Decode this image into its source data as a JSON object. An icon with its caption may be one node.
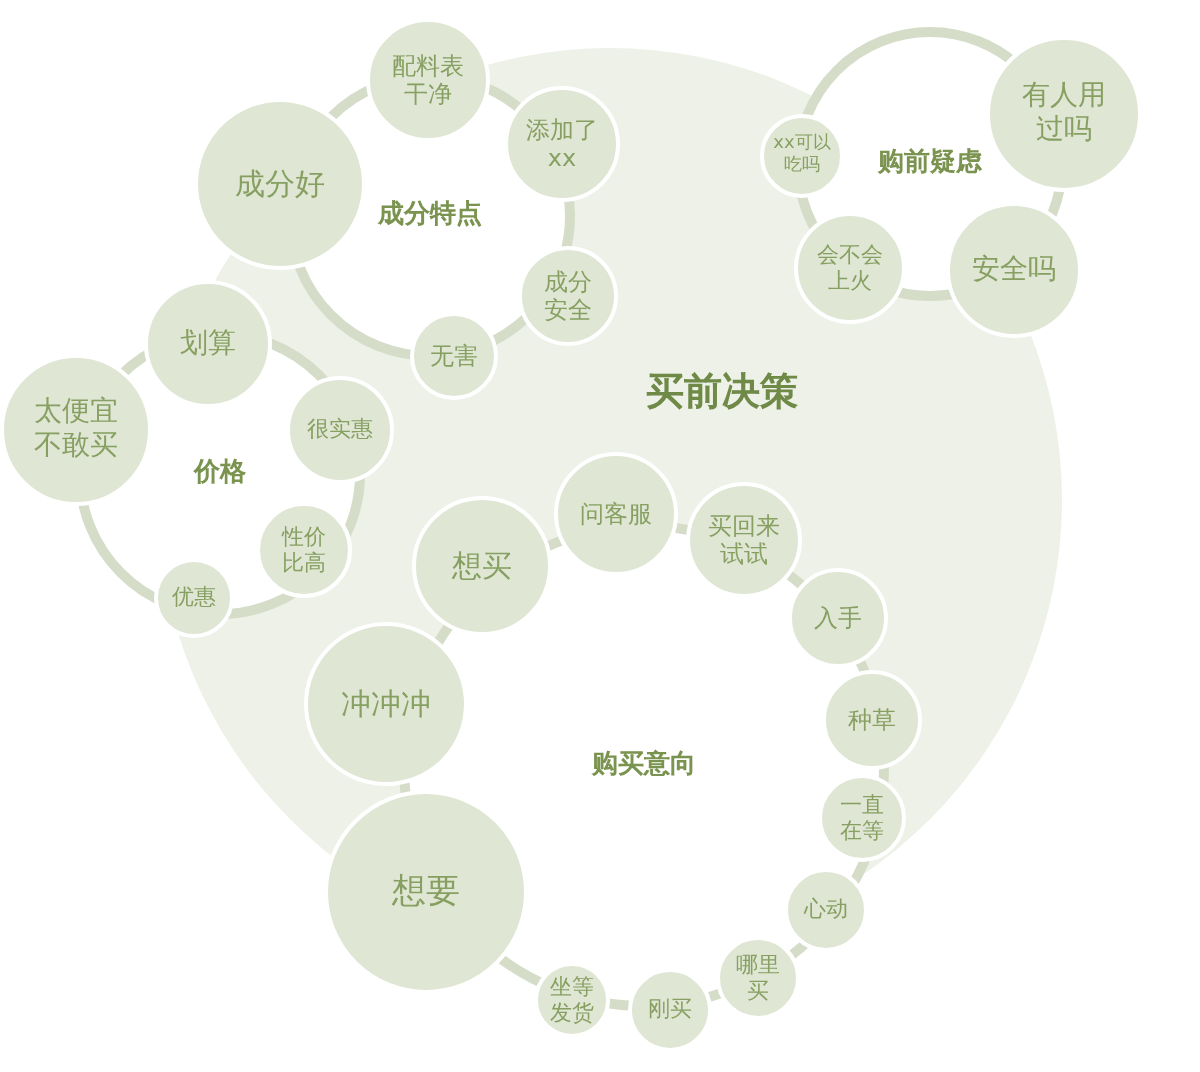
{
  "diagram": {
    "nodes": [
      {
        "text": [
          "买前决策"
        ]
      },
      {
        "text": [
          "成分特点"
        ]
      },
      {
        "text": [
          "配料表干净"
        ]
      },
      {
        "text": [
          "添加了xx"
        ]
      },
      {
        "text": [
          "成分好"
        ]
      },
      {
        "text": [
          "成分安全"
        ]
      },
      {
        "text": [
          "无害"
        ]
      },
      {
        "text": [
          "购前疑虑"
        ]
      },
      {
        "text": [
          "有人用过吗"
        ]
      },
      {
        "text": [
          "xx可以吃吗"
        ]
      },
      {
        "text": [
          "会不会上火"
        ]
      },
      {
        "text": [
          "安全吗"
        ]
      },
      {
        "text": [
          "价格"
        ]
      },
      {
        "text": [
          "划算"
        ]
      },
      {
        "text": [
          "太便宜不敢买"
        ]
      },
      {
        "text": [
          "很实惠"
        ]
      },
      {
        "text": [
          "性价比高"
        ]
      },
      {
        "text": [
          "优惠"
        ]
      },
      {
        "text": [
          "购买意向"
        ]
      },
      {
        "text": [
          "想买"
        ]
      },
      {
        "text": [
          "问客服"
        ]
      },
      {
        "text": [
          "买回来试试"
        ]
      },
      {
        "text": [
          "入手"
        ]
      },
      {
        "text": [
          "冲冲冲"
        ]
      },
      {
        "text": [
          "种草"
        ]
      },
      {
        "text": [
          "一直在等"
        ]
      },
      {
        "text": [
          "心动"
        ]
      },
      {
        "text": [
          "想要"
        ]
      },
      {
        "text": [
          "哪里买"
        ]
      },
      {
        "text": [
          "坐等发货"
        ]
      },
      {
        "text": [
          "刚买"
        ]
      }
    ],
    "edges": []
  }
}
